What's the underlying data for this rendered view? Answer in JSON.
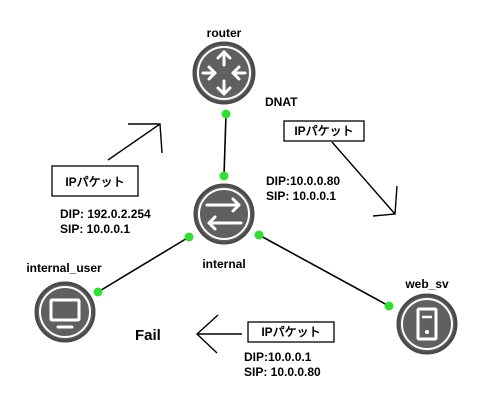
{
  "nodes": {
    "router": {
      "label": "router",
      "icon": "router-icon"
    },
    "internal": {
      "label": "internal",
      "icon": "switch-icon"
    },
    "internal_user": {
      "label": "internal_user",
      "icon": "monitor-icon"
    },
    "web_sv": {
      "label": "web_sv",
      "icon": "server-icon"
    }
  },
  "annotations": {
    "dnat": "DNAT",
    "fail": "Fail"
  },
  "packets": {
    "p1": {
      "label": "IPパケット",
      "dip": "DIP: 192.0.2.254",
      "sip": "SIP:  10.0.0.1"
    },
    "p2": {
      "label": "IPパケット",
      "dip": "DIP:10.0.0.80",
      "sip": "SIP: 10.0.0.1"
    },
    "p3": {
      "label": "IPパケット",
      "dip": "DIP:10.0.0.1",
      "sip": "SIP: 10.0.0.80"
    }
  },
  "colors": {
    "node_fill": "#606060",
    "node_stroke": "#4a4a4a",
    "connector": "#33dd33",
    "line": "#000000"
  }
}
